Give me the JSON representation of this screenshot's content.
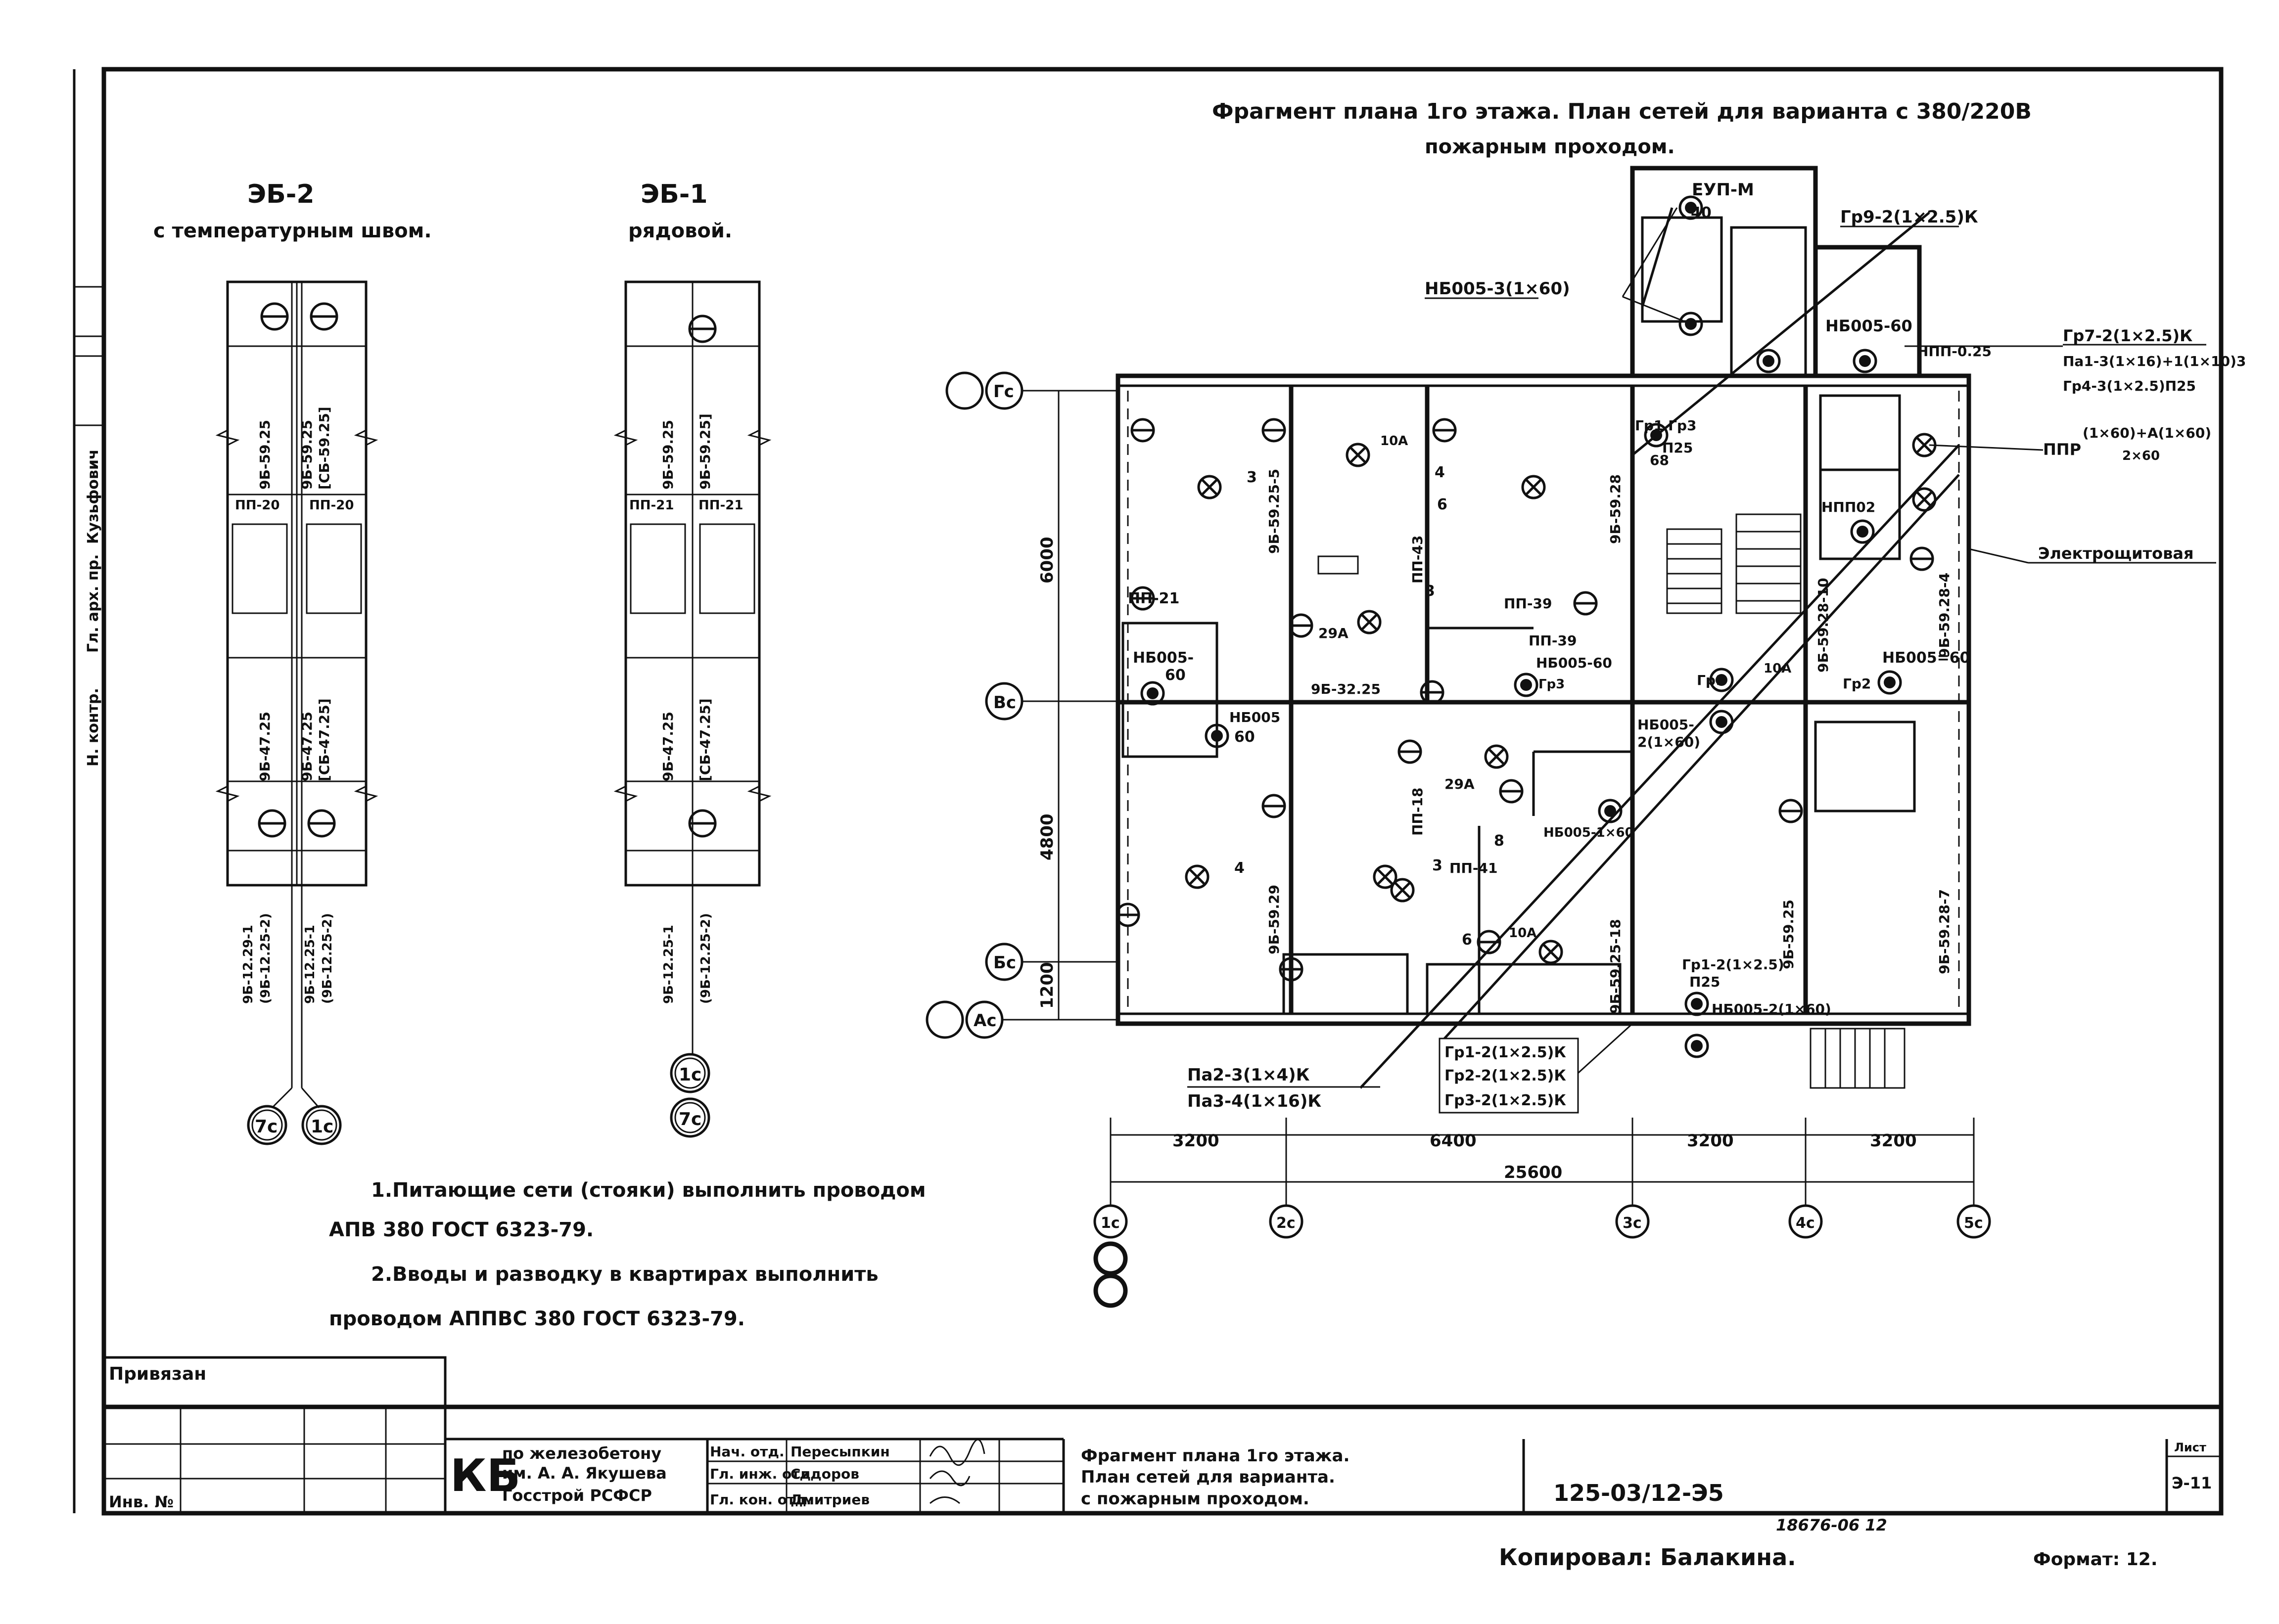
{
  "title": {
    "line1": "Фрагмент плана 1го этажа. План сетей для варианта с 380/220В",
    "line2": "пожарным проходом."
  },
  "sections": {
    "eb2": {
      "name": "ЭБ-2",
      "subtitle": "с температурным швом."
    },
    "eb1": {
      "name": "ЭБ-1",
      "subtitle": "рядовой."
    }
  },
  "section_labels": {
    "eb2_left": [
      "9Б-59.25",
      "9Б-47.25",
      "9Б-12.29-1",
      "(9Б-12.25-2)"
    ],
    "eb2_right": [
      "9Б-59.25",
      "[СБ-59.25]",
      "9Б-47.25",
      "[СБ-47.25]",
      "9Б-12.25-1",
      "(9Б-12.25-2)"
    ],
    "eb2_pp": [
      "ПП-20",
      "ПП-20"
    ],
    "eb1_left": [
      "9Б-59.25",
      "9Б-47.25",
      "9Б-12.25-1"
    ],
    "eb1_right": [
      "9Б-59.25]",
      "[СБ-47.25]",
      "(9Б-12.25-2)"
    ],
    "eb1_pp": [
      "ПП-21",
      "ПП-21"
    ],
    "eb2_axes": [
      "7с",
      "1с"
    ],
    "eb1_axes": [
      "1с",
      "7с"
    ]
  },
  "plan": {
    "axes_rows": [
      "Гс",
      "Вс",
      "Бс",
      "Ас"
    ],
    "axes_cols": [
      "1с",
      "2с",
      "3с",
      "4с",
      "5с"
    ],
    "dims_vertical": [
      "6000",
      "4800",
      "1200"
    ],
    "dims_horizontal": [
      "3200",
      "6400",
      "3200",
      "3200"
    ],
    "dim_total": "25600",
    "labels": {
      "eup": "ЕУП-М",
      "eup_40": "40",
      "gr9": "Гр9-2(1×2.5)К",
      "nbo1": "НБ005-3(1×60)",
      "nbo_top": "НБ005-60",
      "gr7": "Гр7-2(1×2.5)К",
      "pa1": "Па1-3(1×16)+1(1×10)3",
      "gr4": "Гр4-3(1×2.5)П25",
      "ppr": "ППР",
      "ppr_val": "(1×60)+А(1×60)",
      "ppr_val2": "2×60",
      "npp": "НПП-0.25",
      "np02": "НПП02",
      "electro": "Электрощитовая",
      "gr1_gr3": "Гр1 Гр3",
      "p25": "П25",
      "v68": "68",
      "pp21": "ПП-21",
      "nbo60a": "НБ005-",
      "nbo60a2": "60",
      "nbo60b": "НБ005",
      "nbo60b2": "60",
      "pp39a": "ПП-39",
      "pp39b": "ПП-39",
      "nbo60c": "НБ005-60",
      "gr3": "Гр3",
      "gr1": "Гр1",
      "gr2": "Гр2",
      "nbo60d": "НБ005=60",
      "nbo2x60": "НБ005-",
      "nbo2x60b": "2(1×60)",
      "nbo1x60": "НБ005-1×60",
      "s9b3225": "9Б-32.25",
      "s29a": "29А",
      "s29a2": "29А",
      "s10a": "10А",
      "s10a2": "10А",
      "s10a3": "10А",
      "w1": "9Б-59.25-5",
      "w2": "9Б-59.28",
      "w3": "9Б-59.28-10",
      "w4": "9Б-59.28-4",
      "w5": "9Б-59.29",
      "w6": "9Б-59.25-18",
      "w7": "9Б-59.25",
      "w8": "9Б-59.28-7",
      "pp43": "ПП-43",
      "pp18": "ПП-18",
      "pp41": "ПП-41",
      "gr12": "Гр1-2(1×2.5)",
      "p25b": "П25",
      "nbo22": "НБ005-2(1×60)",
      "pa23": "Па2-3(1×4)К",
      "pa34": "Па3-4(1×16)К",
      "gr12k": "Гр1-2(1×2.5)К",
      "gr22k": "Гр2-2(1×2.5)К",
      "gr32k": "Гр3-2(1×2.5)К",
      "n3": "3",
      "n4": "4",
      "n6": "6",
      "n8": "8",
      "n3b": "3",
      "n4b": "4",
      "n6b": "6",
      "n3c": "3"
    }
  },
  "notes": {
    "n1_a": "1.Питающие сети (стояки) выполнить проводом",
    "n1_b": "АПВ 380 ГОСТ 6323-79.",
    "n2_a": "2.Вводы и разводку в квартирах выполнить",
    "n2_b": "проводом АППВС 380 ГОСТ 6323-79."
  },
  "stamp": {
    "privyazan": "Привязан",
    "inv": "Инв. №",
    "kb_big": "КБ",
    "org1": "по железобетону",
    "org2": "им. А. А. Якушева",
    "org3": "Госстрой РСФСР",
    "roles": [
      "Нач. отд.",
      "Гл. инж. отд.",
      "Гл. кон. отд."
    ],
    "names": [
      "Пересыпкин",
      "Сидоров",
      "Дмитриев"
    ],
    "desc1": "Фрагмент плана 1го этажа.",
    "desc2": "План сетей для варианта.",
    "desc3": "с пожарным проходом.",
    "code": "125-03/12-Э5",
    "list_label": "Лист",
    "list_value": "Э-11",
    "under_code": "18676-06 12",
    "copied": "Копировал: Балакина.",
    "format": "Формат: 12."
  },
  "side_margin": {
    "labels": [
      "Н. контр.",
      "Кузьфович",
      "Гл. арх. пр."
    ]
  }
}
